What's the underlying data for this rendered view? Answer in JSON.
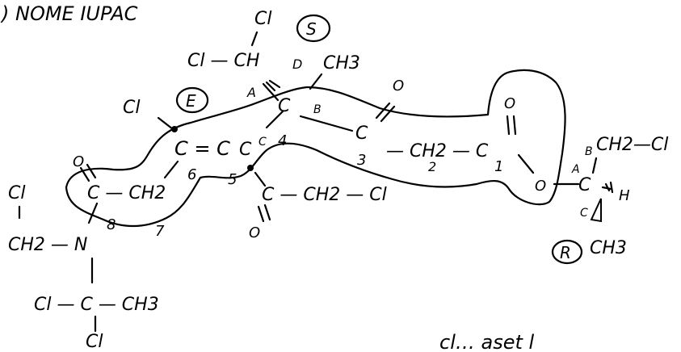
{
  "title": ") NOME IUPAC",
  "stereo": {
    "S": "S",
    "E": "E",
    "R": "R"
  },
  "labels": {
    "cl": "Cl",
    "ch": "CH",
    "ch3": "CH3",
    "ch2": "CH2",
    "c": "C",
    "o": "O",
    "n": "N",
    "h": "H",
    "a": "A",
    "b": "B",
    "d": "D"
  },
  "formula": {
    "top_group": "Cl — CH",
    "top_cl": "Cl",
    "ch3_top": "CH3",
    "cl_left": "Cl",
    "double_bond": "C = C",
    "c4": "C",
    "ch2_ring": "— CH2",
    "c_o": "C",
    "ch2_chain": "— CH2 — C",
    "ester_o": "O",
    "c_right": "C",
    "ch2_cl_right": "CH2—Cl",
    "h_right": "H",
    "ch3_right": "CH3",
    "keto": "C — CH2 — Cl",
    "amine_left": "Cl",
    "ch2_n": "CH2 — N",
    "amide_c": "C — CH2",
    "tert": "Cl — C — CH3",
    "tert_cl": "Cl"
  },
  "numbers": [
    "1",
    "2",
    "3",
    "4",
    "5",
    "6",
    "7",
    "8"
  ],
  "footer": "cl… aset l"
}
